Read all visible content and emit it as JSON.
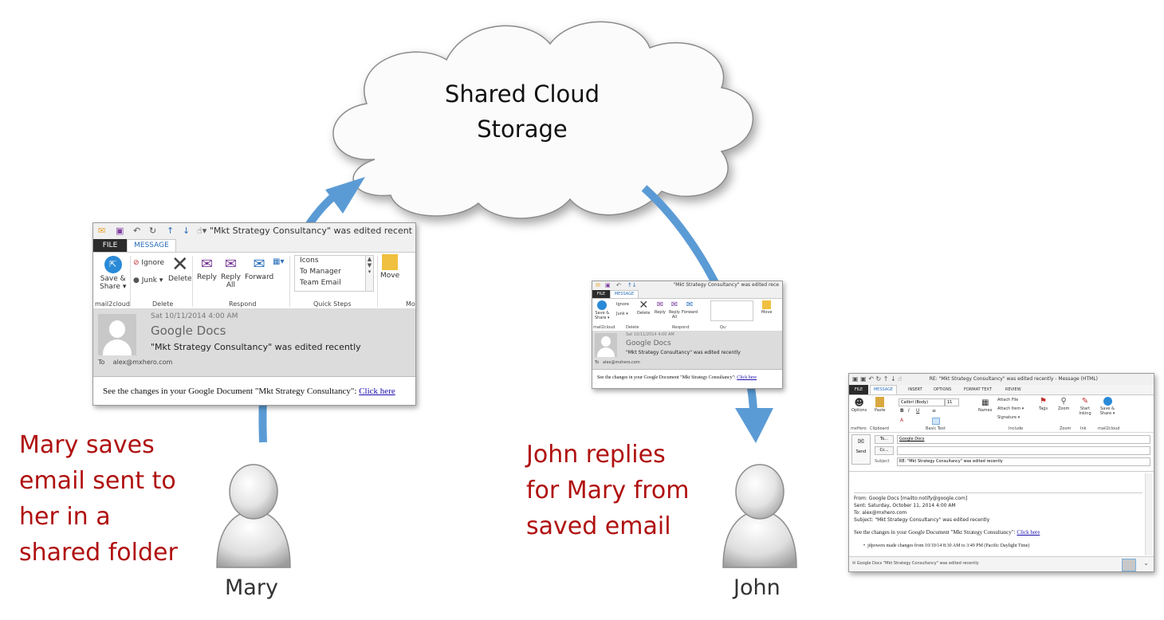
{
  "cloud": {
    "line1": "Shared Cloud",
    "line2": "Storage"
  },
  "caption_mary": [
    "Mary saves",
    "email sent to",
    "her in a",
    "shared folder"
  ],
  "caption_john": [
    "John replies",
    "for Mary from",
    "saved email"
  ],
  "people": {
    "mary": "Mary",
    "john": "John"
  },
  "read_window": {
    "title": "\"Mkt Strategy Consultancy\" was edited recent",
    "tabs": {
      "file": "FILE",
      "message": "MESSAGE"
    },
    "ribbon": {
      "save_share": [
        "Save &",
        "Share ▾"
      ],
      "ignore": "Ignore",
      "junk": "Junk ▾",
      "delete": "Delete",
      "reply": "Reply",
      "reply_all": [
        "Reply",
        "All"
      ],
      "forward": "Forward",
      "quick_steps": [
        "Icons",
        "To Manager",
        "Team Email"
      ],
      "move": "Move",
      "groups": [
        "mail2cloud",
        "Delete",
        "Respond",
        "Quick Steps",
        "Mo"
      ]
    },
    "date": "Sat 10/11/2014 4:00 AM",
    "sender": "Google Docs",
    "subject": "\"Mkt Strategy Consultancy\" was edited recently",
    "to_label": "To",
    "to_value": "alex@mxhero.com",
    "body_text": "See the changes in your Google Document \"Mkt Strategy Consultancy\":",
    "body_link": "Click here"
  },
  "small_window": {
    "title": "\"Mkt Strategy Consultancy\" was edited rece",
    "date": "Sat 10/11/2014 4:00 AM",
    "sender": "Google Docs",
    "subject": "\"Mkt Strategy Consultancy\" was edited recently",
    "to_value": "alex@mxhero.com",
    "body_text": "See the changes in your Google Document \"Mkt Strategy Consultancy\":",
    "body_link": "Click here",
    "groups": [
      "mail2cloud",
      "Delete",
      "Respond",
      "Qu"
    ]
  },
  "compose_window": {
    "title": "RE: \"Mkt Strategy Consultancy\" was edited recently - Message (HTML)",
    "tabs": [
      "FILE",
      "MESSAGE",
      "INSERT",
      "OPTIONS",
      "FORMAT TEXT",
      "REVIEW"
    ],
    "ribbon_labels": [
      "Options",
      "Paste",
      "Names",
      "Attach File",
      "Attach Item ▾",
      "Signature ▾",
      "Tags",
      "Zoom",
      "Start Inking",
      "Save & Share ▾"
    ],
    "font_name": "Calibri (Body)",
    "font_size": "11",
    "groups": [
      "mxHero",
      "Clipboard",
      "Basic Text",
      "Include",
      "Zoom",
      "Ink",
      "mail2cloud"
    ],
    "send_label": "Send",
    "to_btn": "To...",
    "cc_btn": "Cc...",
    "subject_label": "Subject",
    "to_value": "Google Docs",
    "subject_value": "RE: \"Mkt Strategy Consultancy\" was edited recently",
    "from_line": "From: Google Docs [mailto:notify@google.com]",
    "sent_line": "Sent: Saturday, October 11, 2014 4:00 AM",
    "to_line": "To: alex@mxhero.com",
    "subject_line": "Subject: \"Mkt Strategy Consultancy\" was edited recently",
    "body_text": "See the changes in your Google Document \"Mkt Strategy Consultancy\":",
    "body_link": "Click here",
    "bullet": "jdpowers made changes from 10/10/14 8:30 AM to 3:49 PM (Pacific Daylight Time)",
    "status": "Google Docs \"Mkt Strategy Consultancy\" was edited recently"
  }
}
